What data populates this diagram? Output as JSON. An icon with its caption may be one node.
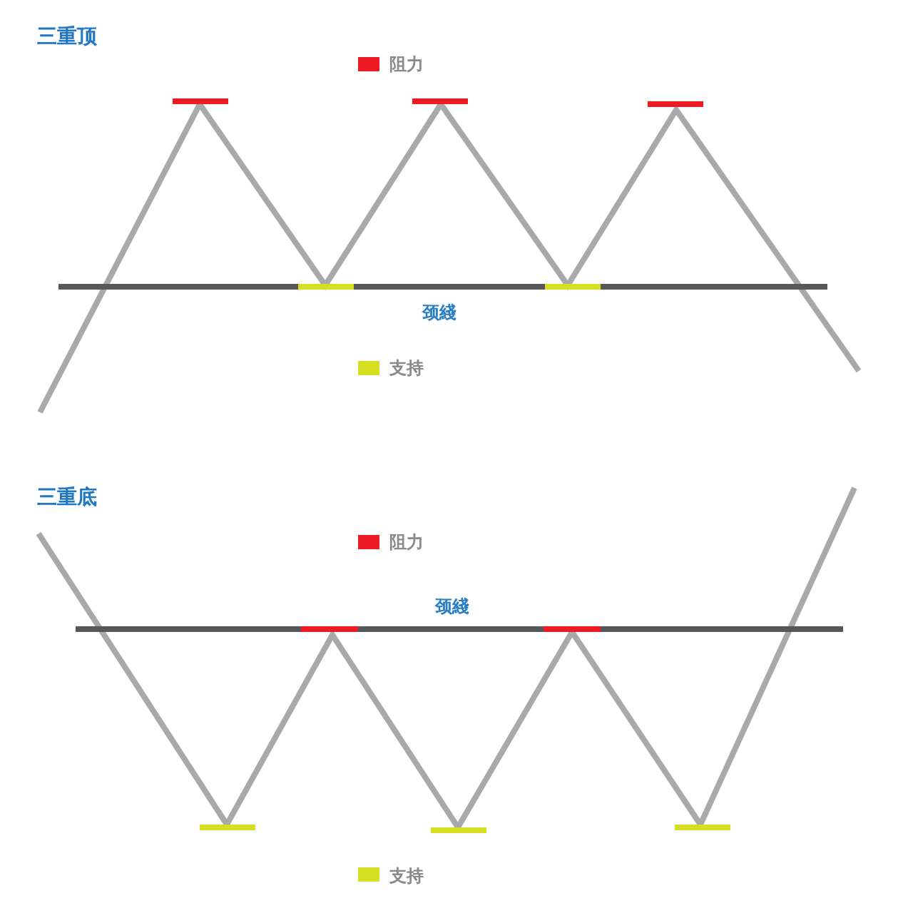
{
  "diagram": {
    "labels": [
      "三重顶",
      "颈綫",
      "三重底",
      "颈綫"
    ],
    "legend": [
      {
        "text": "阻力",
        "color": "#ed1c24"
      },
      {
        "text": "支持",
        "color": "#d7df23"
      },
      {
        "text": "阻力",
        "color": "#ed1c24"
      },
      {
        "text": "支持",
        "color": "#d7df23"
      }
    ]
  }
}
